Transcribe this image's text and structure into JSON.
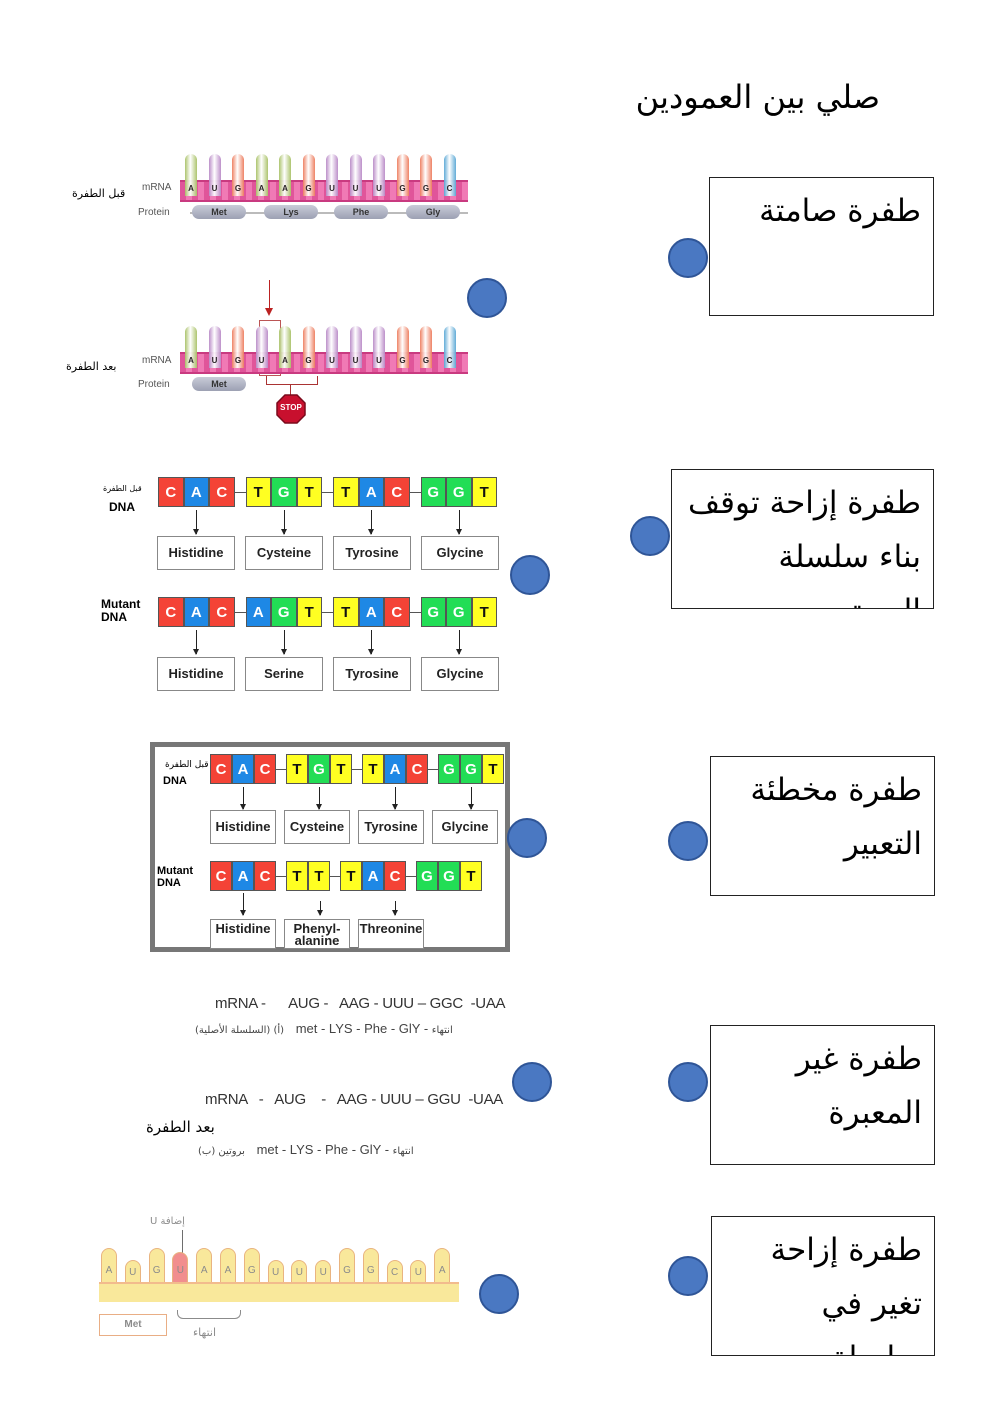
{
  "page": {
    "title": "صلي بين العمودين"
  },
  "answers": [
    {
      "label": "طفرة صامتة"
    },
    {
      "label": "طفرة إزاحة توقف بناء سلسلة البروتين"
    },
    {
      "label": "طفرة مخطئة التعبير"
    },
    {
      "label": "طفرة غير المعبرة"
    },
    {
      "label": "طفرة إزاحة تغير في سلسلة البروتين"
    }
  ],
  "colors": {
    "dot_fill": "#4a78c2",
    "dot_border": "#2f5597",
    "base_A": "#1e88e5",
    "base_C": "#f44336",
    "base_G": "#22dd55",
    "base_T": "#ffff22"
  },
  "diagram1": {
    "before_label": "قبل الطفرة",
    "after_label": "بعد الطفرة",
    "mrna_label": "mRNA",
    "protein_label": "Protein",
    "before_bases": [
      "A",
      "U",
      "G",
      "A",
      "A",
      "G",
      "U",
      "U",
      "U",
      "G",
      "G",
      "C"
    ],
    "after_bases": [
      "A",
      "U",
      "G",
      "U",
      "A",
      "G",
      "U",
      "U",
      "U",
      "G",
      "G",
      "C"
    ],
    "before_protein": [
      "Met",
      "Lys",
      "Phe",
      "Gly"
    ],
    "after_protein": [
      "Met"
    ],
    "stop_label": "STOP"
  },
  "diagram2": {
    "before_label": "قبل الطفرة",
    "dna_label": "DNA",
    "mutant_label_1": "Mutant",
    "mutant_label_2": "DNA",
    "before_codons": [
      [
        "C",
        "A",
        "C"
      ],
      [
        "T",
        "G",
        "T"
      ],
      [
        "T",
        "A",
        "C"
      ],
      [
        "G",
        "G",
        "T"
      ]
    ],
    "before_aa": [
      "Histidine",
      "Cysteine",
      "Tyrosine",
      "Glycine"
    ],
    "mutant_codons": [
      [
        "C",
        "A",
        "C"
      ],
      [
        "A",
        "G",
        "T"
      ],
      [
        "T",
        "A",
        "C"
      ],
      [
        "G",
        "G",
        "T"
      ]
    ],
    "mutant_aa": [
      "Histidine",
      "Serine",
      "Tyrosine",
      "Glycine"
    ]
  },
  "diagram3": {
    "before_label": "قبل الطفرة",
    "dna_label": "DNA",
    "mutant_label_1": "Mutant",
    "mutant_label_2": "DNA",
    "before_codons": [
      [
        "C",
        "A",
        "C"
      ],
      [
        "T",
        "G",
        "T"
      ],
      [
        "T",
        "A",
        "C"
      ],
      [
        "G",
        "G",
        "T"
      ]
    ],
    "before_aa": [
      "Histidine",
      "Cysteine",
      "Tyrosine",
      "Glycine"
    ],
    "mutant_codons": [
      [
        "C",
        "A",
        "C"
      ],
      [
        "T",
        "T"
      ],
      [
        "T",
        "A",
        "C"
      ],
      [
        "G",
        "G",
        "T"
      ]
    ],
    "mutant_aa": [
      "Histidine",
      "Phenyl-alanine",
      "Threonine"
    ]
  },
  "diagram4": {
    "line1": "mRNA -      AUG -   AAG - UUU – GGC  -UAA",
    "line2_prefix": "(السلسلة الأصلية)   (أ)",
    "line2": "met    - LYS  - Phe  - GlY -",
    "line2_suffix": "انتهاء",
    "line3": "mRNA   -   AUG    -   AAG - UUU – GGU  -UAA",
    "after_label": "بعد الطفرة",
    "line4_prefix": "بروتين    (ب)",
    "line4": "met    - LYS  - Phe  -  GlY -",
    "line4_suffix": "انتهاء"
  },
  "diagram5": {
    "insert_label": "إضافة U",
    "bases": [
      "A",
      "U",
      "G",
      "U",
      "A",
      "A",
      "G",
      "U",
      "U",
      "U",
      "G",
      "G",
      "C",
      "U",
      "A"
    ],
    "protein": "Met",
    "end_label": "انتهاء"
  }
}
